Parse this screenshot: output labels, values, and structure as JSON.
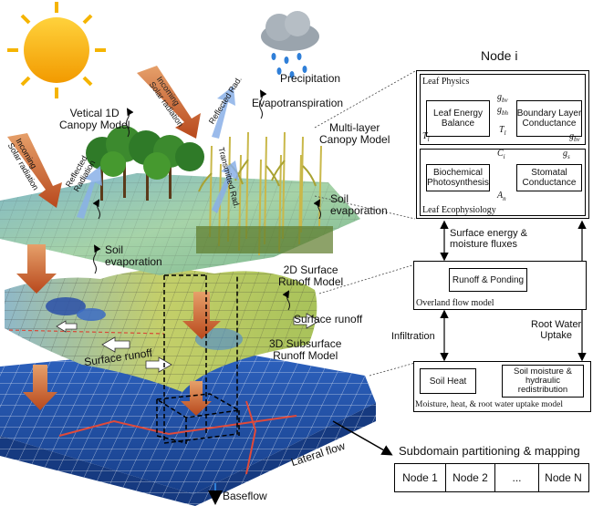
{
  "left": {
    "precipitation": "Precipitation",
    "vertical_model": "Vetical 1D\nCanopy Model",
    "incoming_solar_top": "Incoming\nSolar radiation",
    "reflected_rad_top": "Reflected Rad.",
    "evapotranspiration": "Evapotranspiration",
    "multilayer_canopy": "Multi-layer\nCanopy Model",
    "incoming_solar_left": "Incoming\nSolar radiation",
    "reflected_radiation_left": "Reflected\nRadiation",
    "transmitted_rad": "Transmitted Rad.",
    "soil_evap_right": "Soil\nevaporation",
    "soil_evap_left": "Soil\nevaporation",
    "surface_runoff_model": "2D Surface\nRunoff Model",
    "surface_runoff_right": "Surface runoff",
    "surface_runoff_left": "Surface runoff",
    "subsurface_model": "3D Subsurface\nRunoff Model",
    "lateral_flow": "Lateral flow",
    "baseflow": "Baseflow"
  },
  "node": {
    "title": "Node i",
    "leaf_physics": "Leaf Physics",
    "leaf_energy": "Leaf Energy\nBalance",
    "boundary_layer": "Boundary Layer\nConductance",
    "g_bv": "g",
    "g_bv_sub": "bv",
    "g_bh": "g",
    "g_bh_sub": "bh",
    "t_l_mid": "T",
    "t_l_mid_sub": "l",
    "t_l_left": "T",
    "t_l_left_sub": "l",
    "g_bv_right": "g",
    "g_bv_right_sub": "bv",
    "c_i": "C",
    "c_i_sub": "i",
    "g_s": "g",
    "g_s_sub": "s",
    "biochemical": "Biochemical\nPhotosynthesis",
    "stomatal": "Stomatal\nConductance",
    "a_n": "A",
    "a_n_sub": "n",
    "leaf_ecophysiology": "Leaf Ecophysiology",
    "surface_energy": "Surface energy &\nmoisture fluxes",
    "runoff_ponding": "Runoff & Ponding",
    "overland_flow": "Overland flow model",
    "root_water": "Root Water\nUptake",
    "infiltration": "Infiltration",
    "soil_heat": "Soil Heat",
    "soil_moisture": "Soil moisture &\nhydraulic\nredistribution",
    "moisture_heat": "Moisture, heat, & root water uptake model",
    "subdomain": "Subdomain partitioning & mapping",
    "partitions": [
      "Node 1",
      "Node 2",
      "...",
      "Node N"
    ]
  },
  "colors": {
    "sun": "#f5b400",
    "cloud": "#9aa4ad",
    "rain": "#2f7fd8",
    "orange_arrow": "#c25a2a",
    "blue_arrow": "#8ab0e8",
    "canopy_surface": "#93c7a6",
    "runoff_surface": "#b8c86a",
    "subsurface": "#1f4fa8"
  }
}
